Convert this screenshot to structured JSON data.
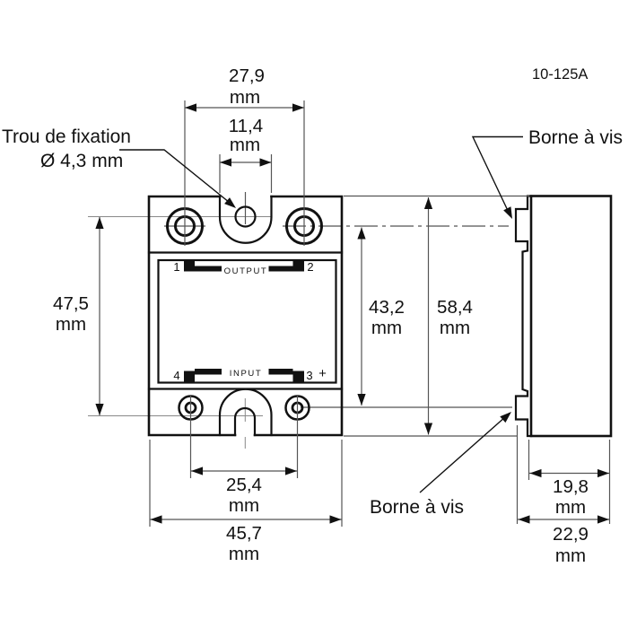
{
  "drawing": {
    "part_number": "10-125A",
    "callouts": {
      "mounting_hole_line1": "Trou de fixation",
      "mounting_hole_line2": "Ø  4,3  mm",
      "screw_terminal_top": "Borne à vis",
      "screw_terminal_bottom": "Borne à vis"
    },
    "front_view": {
      "output_label": "OUTPUT",
      "input_label": "INPUT",
      "terminal_1": "1",
      "terminal_2": "2",
      "terminal_3": "3",
      "terminal_4": "4",
      "polarity_plus": "+"
    },
    "dimensions": {
      "mounting_holes_horizontal": {
        "value": "27,9",
        "unit": "mm"
      },
      "top_slot_width": {
        "value": "11,4",
        "unit": "mm"
      },
      "mounting_holes_vertical": {
        "value": "47,5",
        "unit": "mm"
      },
      "terminals_vertical": {
        "value": "43,2",
        "unit": "mm"
      },
      "body_height": {
        "value": "58,4",
        "unit": "mm"
      },
      "bottom_terminals_horizontal": {
        "value": "25,4",
        "unit": "mm"
      },
      "body_width": {
        "value": "45,7",
        "unit": "mm"
      },
      "body_depth": {
        "value": "19,8",
        "unit": "mm"
      },
      "total_depth": {
        "value": "22,9",
        "unit": "mm"
      }
    },
    "colors": {
      "ink": "#111111",
      "background": "#ffffff",
      "dim_line": "#555555"
    }
  }
}
